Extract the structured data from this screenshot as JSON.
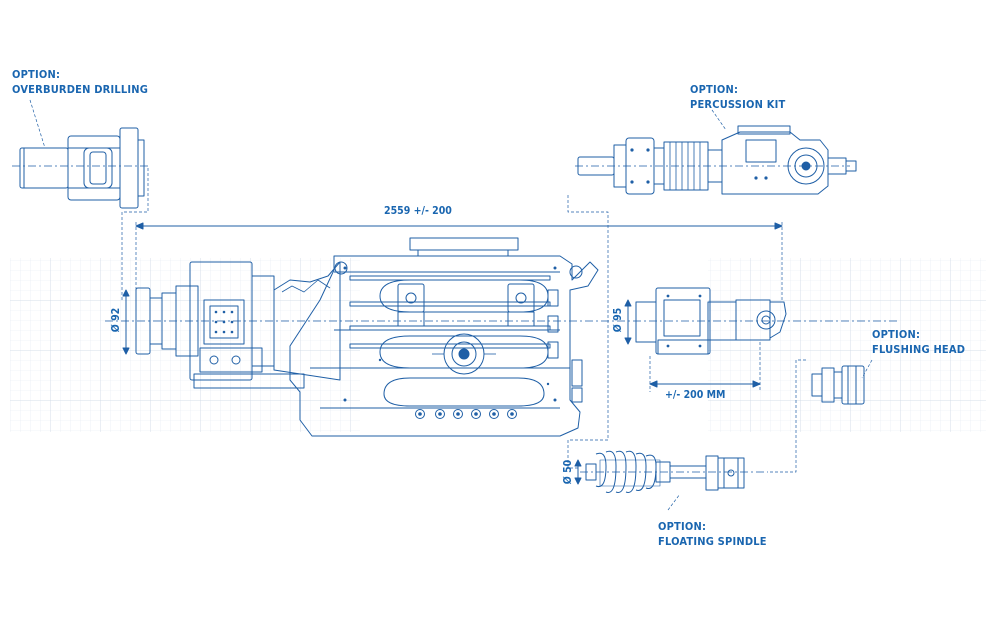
{
  "colors": {
    "line": "#1f5fa6",
    "accent": "#2a74c2",
    "grid": "#dfe6ef",
    "grid_major": "#c9d4e2",
    "bg": "#ffffff"
  },
  "callouts": {
    "overburden": {
      "line1": "OPTION:",
      "line2": "OVERBURDEN DRILLING"
    },
    "percussion": {
      "line1": "OPTION:",
      "line2": "PERCUSSION KIT"
    },
    "flushing": {
      "line1": "OPTION:",
      "line2": "FLUSHING HEAD"
    },
    "floating": {
      "line1": "OPTION:",
      "line2": "FLOATING SPINDLE"
    }
  },
  "dimensions": {
    "overall_length": "2559 +/- 200",
    "travel": "+/- 200 MM",
    "dia_main": "Ø 92",
    "dia_head": "Ø 95",
    "dia_spindle": "Ø 50"
  }
}
